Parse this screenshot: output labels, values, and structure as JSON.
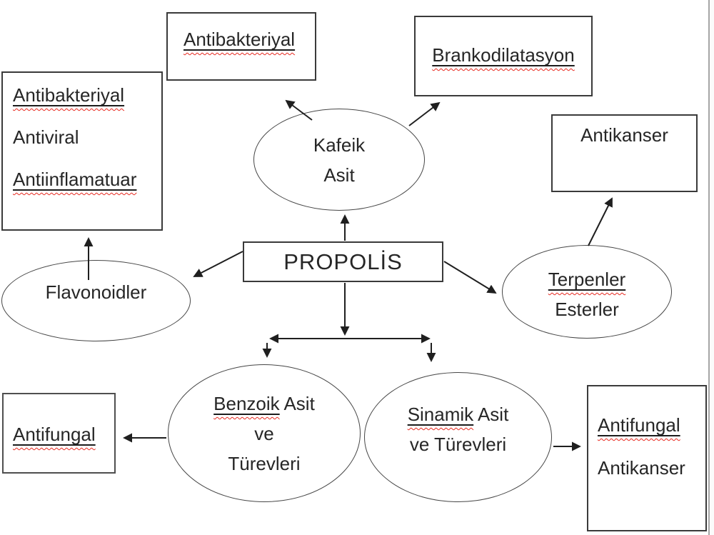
{
  "diagram_title": "PROPOLİS concept map",
  "colors": {
    "background": "#ffffff",
    "text": "#262626",
    "shape_border": "#3a3a3a",
    "arrow": "#1f1f1f",
    "misspell_squiggle": "#e8291f",
    "solid_underline": "#1c1c1c",
    "page_edge_line": "#a6a6a6"
  },
  "nodes": {
    "propolis": {
      "label": "PROPOLİS"
    },
    "kafeik": {
      "line1": "Kafeik",
      "line2": "Asit"
    },
    "flavonoidler": {
      "label": "Flavonoidler"
    },
    "terpenler": {
      "line1": "Terpenler",
      "line2": "Esterler"
    },
    "benzoik": {
      "line1_u": "Benzoik",
      "line1_rest": "Asit",
      "line2": "ve",
      "line3": "Türevleri"
    },
    "sinamik": {
      "line1_u": "Sinamik",
      "line1_rest": "Asit",
      "line2": "ve Türevleri"
    },
    "antibakteriyal_top": {
      "label": "Antibakteriyal"
    },
    "brankodilatasyon": {
      "label": "Brankodilatasyon"
    },
    "antikanser_top": {
      "label": "Antikanser"
    },
    "left_effects": {
      "line1": "Antibakteriyal",
      "line2": "Antiviral",
      "line3": "Antiinflamatuar"
    },
    "antifungal_left": {
      "label": "Antifungal"
    },
    "antifungal_antikanser": {
      "line1": "Antifungal",
      "line2": "Antikanser"
    }
  },
  "edges": [
    {
      "from": "propolis",
      "to": "kafeik-asit"
    },
    {
      "from": "propolis",
      "to": "flavonoidler"
    },
    {
      "from": "propolis",
      "to": "terpenler-esterler"
    },
    {
      "from": "propolis",
      "to": "benzoik-asit-ve-turevleri"
    },
    {
      "from": "propolis",
      "to": "sinamik-asit-ve-turevleri"
    },
    {
      "from": "kafeik-asit",
      "to": "antibakteriyal"
    },
    {
      "from": "kafeik-asit",
      "to": "brankodilatasyon"
    },
    {
      "from": "flavonoidler",
      "to": "antibakteriyal-antiviral-antiinflamatuar"
    },
    {
      "from": "terpenler-esterler",
      "to": "antikanser"
    },
    {
      "from": "benzoik-asit-ve-turevleri",
      "to": "antifungal"
    },
    {
      "from": "sinamik-asit-ve-turevleri",
      "to": "antifungal-antikanser"
    }
  ]
}
